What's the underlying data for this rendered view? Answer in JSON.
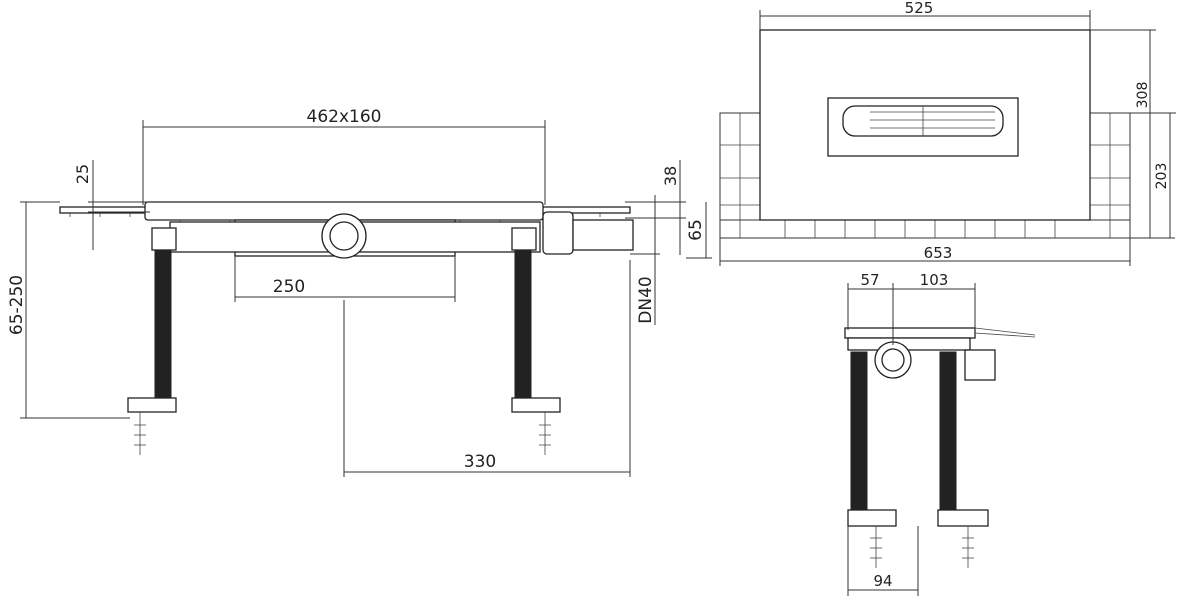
{
  "drawing": {
    "front_view": {
      "width_label": "462x160",
      "grate_label": "25",
      "height_label": "65-250",
      "channel_label": "250",
      "outlet_label": "330",
      "depth_label": "38",
      "outlet_height_label": "65",
      "pipe_label": "DN40"
    },
    "top_view": {
      "top_width_label": "525",
      "overall_width_label": "653",
      "height_label": "308",
      "inner_height_label": "203"
    },
    "side_view": {
      "offset_label": "57",
      "outlet_offset_label": "103",
      "base_label": "94"
    }
  },
  "colors": {
    "line": "#222222",
    "background": "#ffffff"
  }
}
